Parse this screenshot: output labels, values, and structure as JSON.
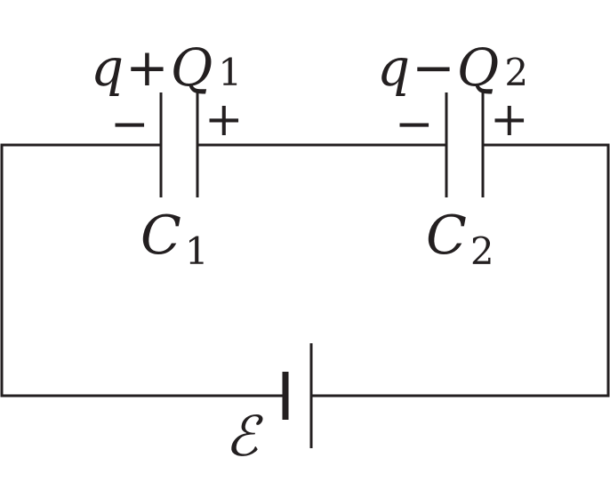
{
  "capacitor_1": {
    "charge_var": "q",
    "charge_op": "+",
    "charge_sym": "Q",
    "charge_sub": "1",
    "left_sign": "−",
    "right_sign": "+",
    "label_sym": "C",
    "label_sub": "1"
  },
  "capacitor_2": {
    "charge_var": "q",
    "charge_op": "−",
    "charge_sym": "Q",
    "charge_sub": "2",
    "left_sign": "−",
    "right_sign": "+",
    "label_sym": "C",
    "label_sub": "2"
  },
  "battery": {
    "label": "ℰ"
  },
  "colors": {
    "ink": "#231f20",
    "background": "#ffffff"
  }
}
